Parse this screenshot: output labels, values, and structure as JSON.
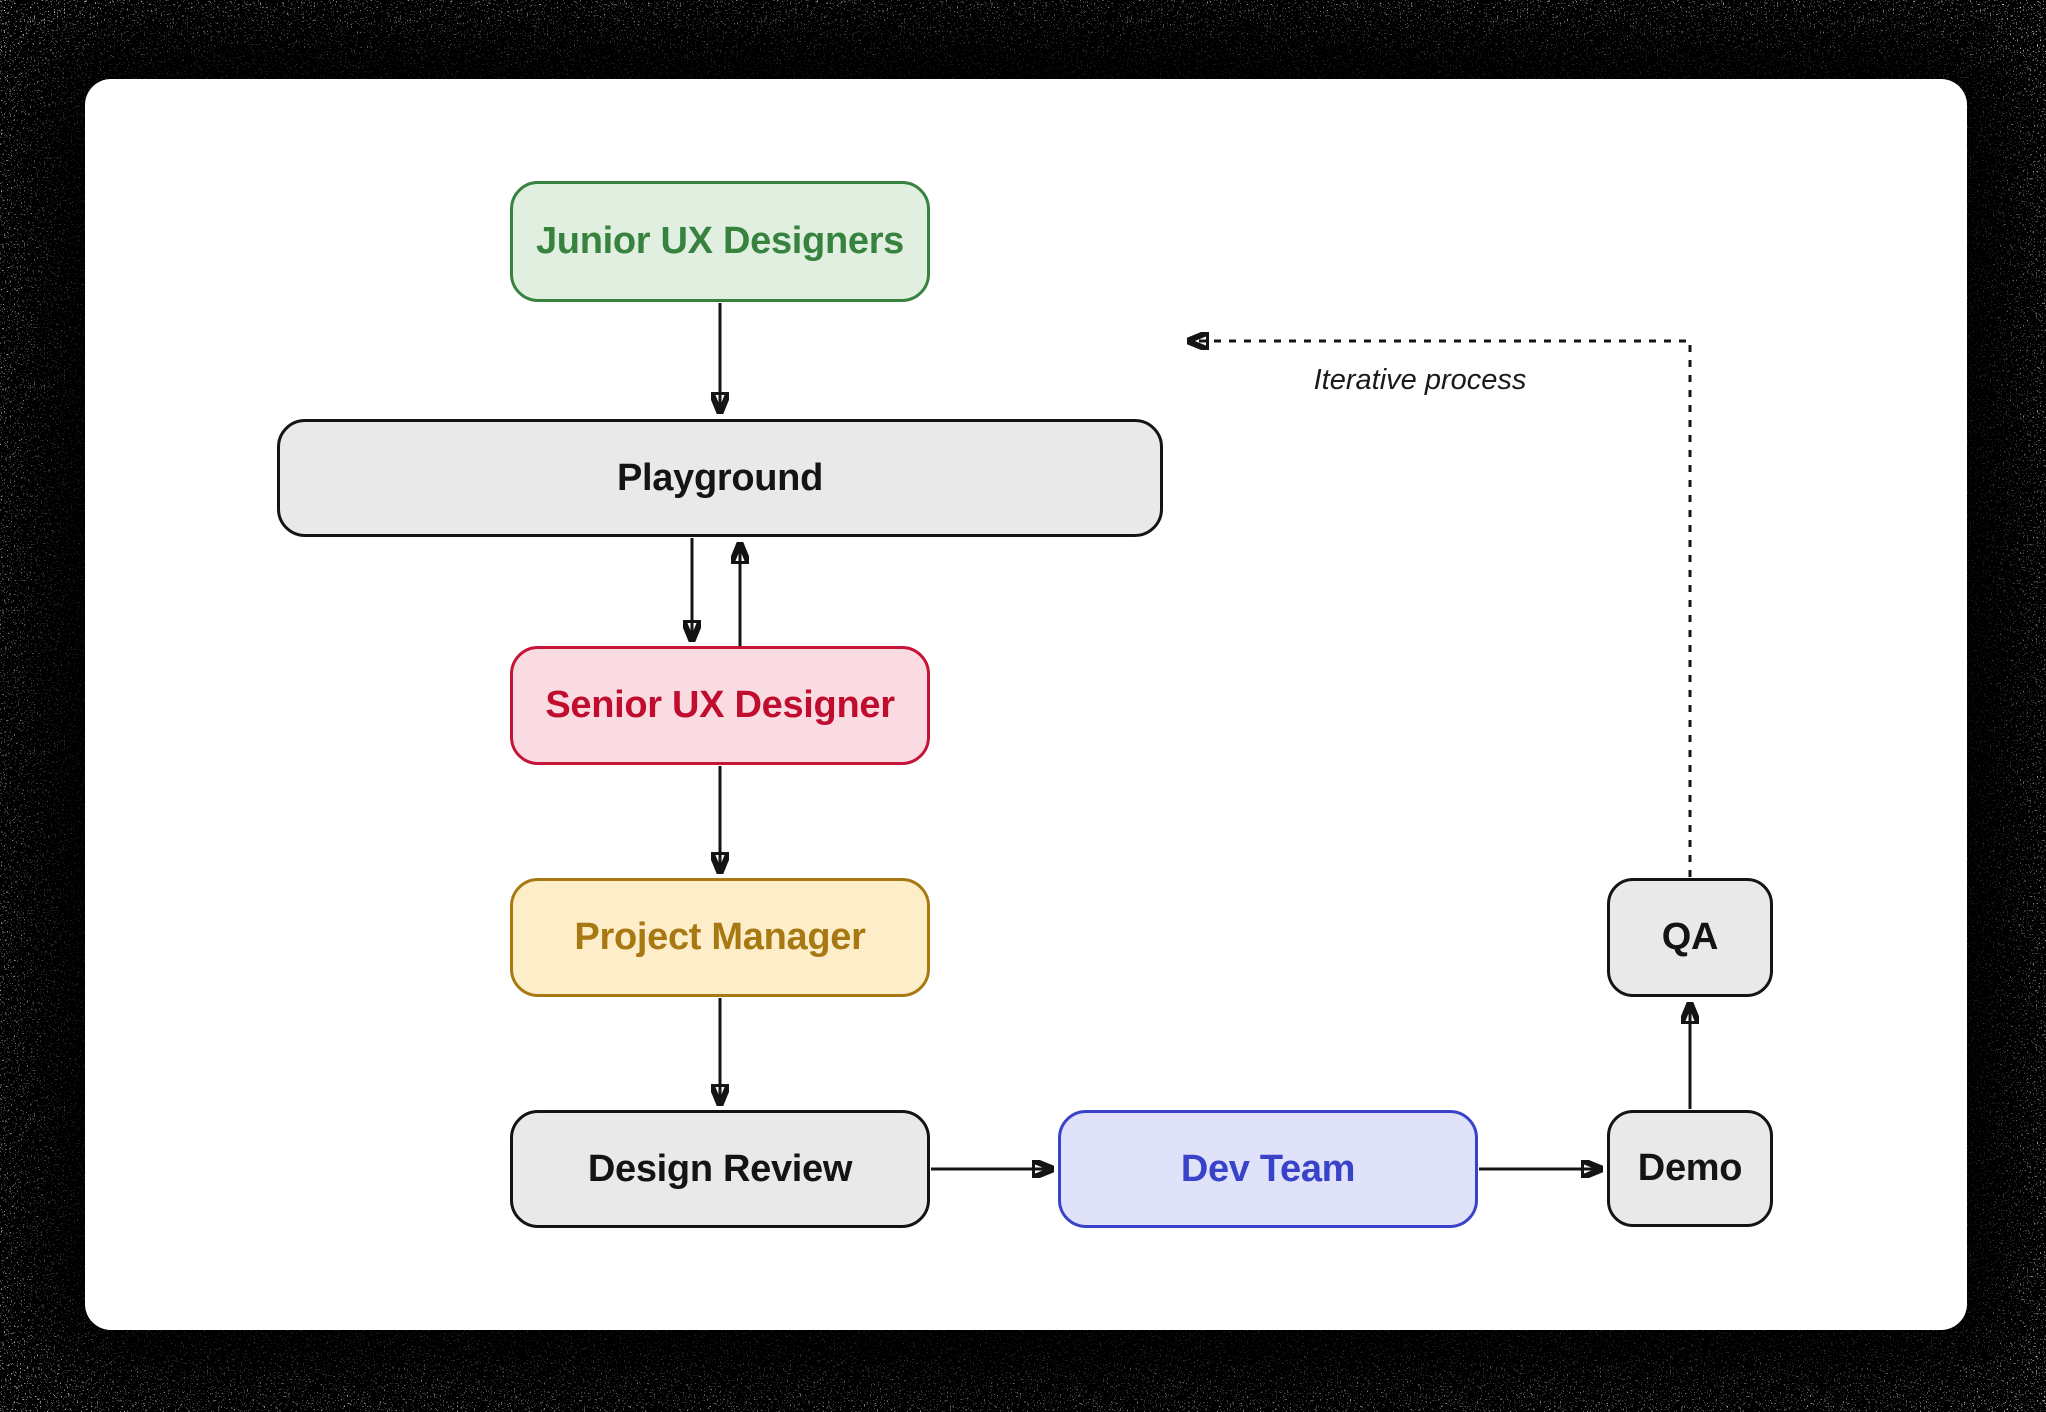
{
  "page": {
    "type": "flowchart",
    "background_color": "#000000",
    "card_color": "#ffffff",
    "line_color": "#141414"
  },
  "annotation": {
    "iterative_label": "Iterative process"
  },
  "nodes": [
    {
      "id": "junior-ux-designers",
      "label": "Junior UX Designers",
      "fill": "#e0efdf",
      "border": "#37823f",
      "text": "#37823f"
    },
    {
      "id": "playground",
      "label": "Playground",
      "fill": "#e9e9e9",
      "border": "#141414",
      "text": "#141414"
    },
    {
      "id": "senior-ux-designer",
      "label": "Senior UX Designer",
      "fill": "#fbdbe2",
      "border": "#c41539",
      "text": "#c00d2f"
    },
    {
      "id": "project-manager",
      "label": "Project Manager",
      "fill": "#fdeec9",
      "border": "#a87912",
      "text": "#a87912"
    },
    {
      "id": "design-review",
      "label": "Design Review",
      "fill": "#e9e9e9",
      "border": "#141414",
      "text": "#141414"
    },
    {
      "id": "dev-team",
      "label": "Dev Team",
      "fill": "#e0e2fa",
      "border": "#3943ca",
      "text": "#3943ca"
    },
    {
      "id": "demo",
      "label": "Demo",
      "fill": "#e9e9e9",
      "border": "#141414",
      "text": "#141414"
    },
    {
      "id": "qa",
      "label": "QA",
      "fill": "#e9e9e9",
      "border": "#141414",
      "text": "#141414"
    }
  ],
  "edges": [
    {
      "from": "junior-ux-designers",
      "to": "playground",
      "style": "solid"
    },
    {
      "from": "playground",
      "to": "senior-ux-designer",
      "style": "solid"
    },
    {
      "from": "senior-ux-designer",
      "to": "playground",
      "style": "solid"
    },
    {
      "from": "senior-ux-designer",
      "to": "project-manager",
      "style": "solid"
    },
    {
      "from": "project-manager",
      "to": "design-review",
      "style": "solid"
    },
    {
      "from": "design-review",
      "to": "dev-team",
      "style": "solid"
    },
    {
      "from": "dev-team",
      "to": "demo",
      "style": "solid"
    },
    {
      "from": "demo",
      "to": "qa",
      "style": "solid"
    },
    {
      "from": "qa",
      "to": "playground",
      "style": "dashed",
      "label": "Iterative process"
    }
  ]
}
